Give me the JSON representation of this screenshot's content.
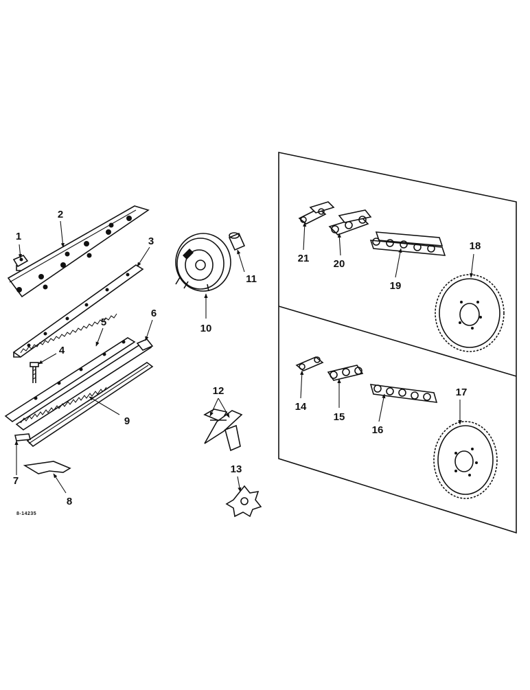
{
  "diagram": {
    "drawing_id": "8-14235",
    "callouts": {
      "c1": "1",
      "c2": "2",
      "c3": "3",
      "c4": "4",
      "c5": "5",
      "c6": "6",
      "c7": "7",
      "c8": "8",
      "c9": "9",
      "c10": "10",
      "c11": "11",
      "c12": "12",
      "c13": "13",
      "c14": "14",
      "c15": "15",
      "c16": "16",
      "c17": "17",
      "c18": "18",
      "c19": "19",
      "c20": "20",
      "c21": "21"
    }
  }
}
